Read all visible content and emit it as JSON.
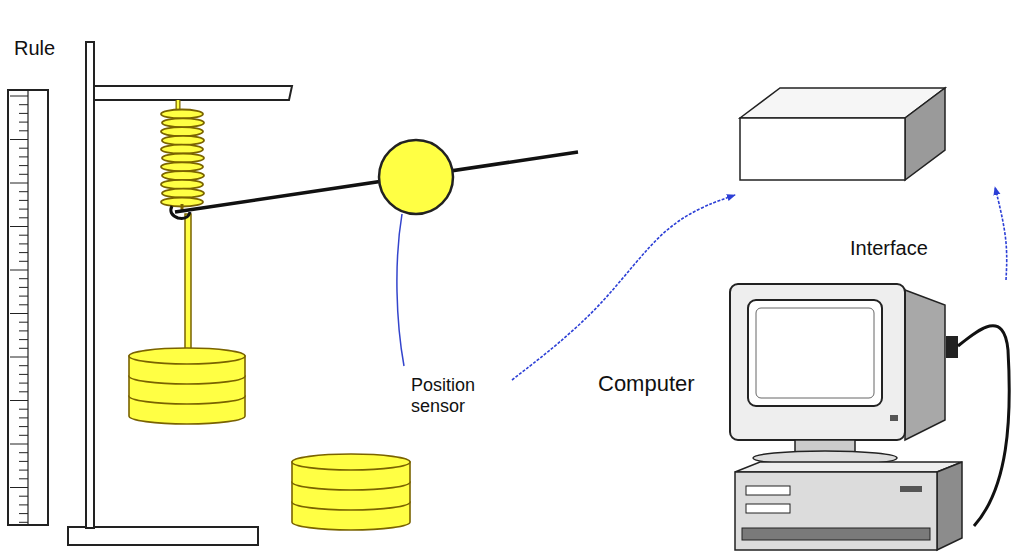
{
  "diagram": {
    "nodes": [
      {
        "text": [
          "Position sensor"
        ]
      },
      {
        "text": [
          "Interface"
        ]
      },
      {
        "text": [
          "Computer"
        ]
      }
    ],
    "edges": [
      {
        "from": 0,
        "to": 1,
        "arrow": "to"
      },
      {
        "from": 2,
        "to": 1,
        "arrow": "to"
      }
    ],
    "labels": [
      "Rule"
    ]
  }
}
